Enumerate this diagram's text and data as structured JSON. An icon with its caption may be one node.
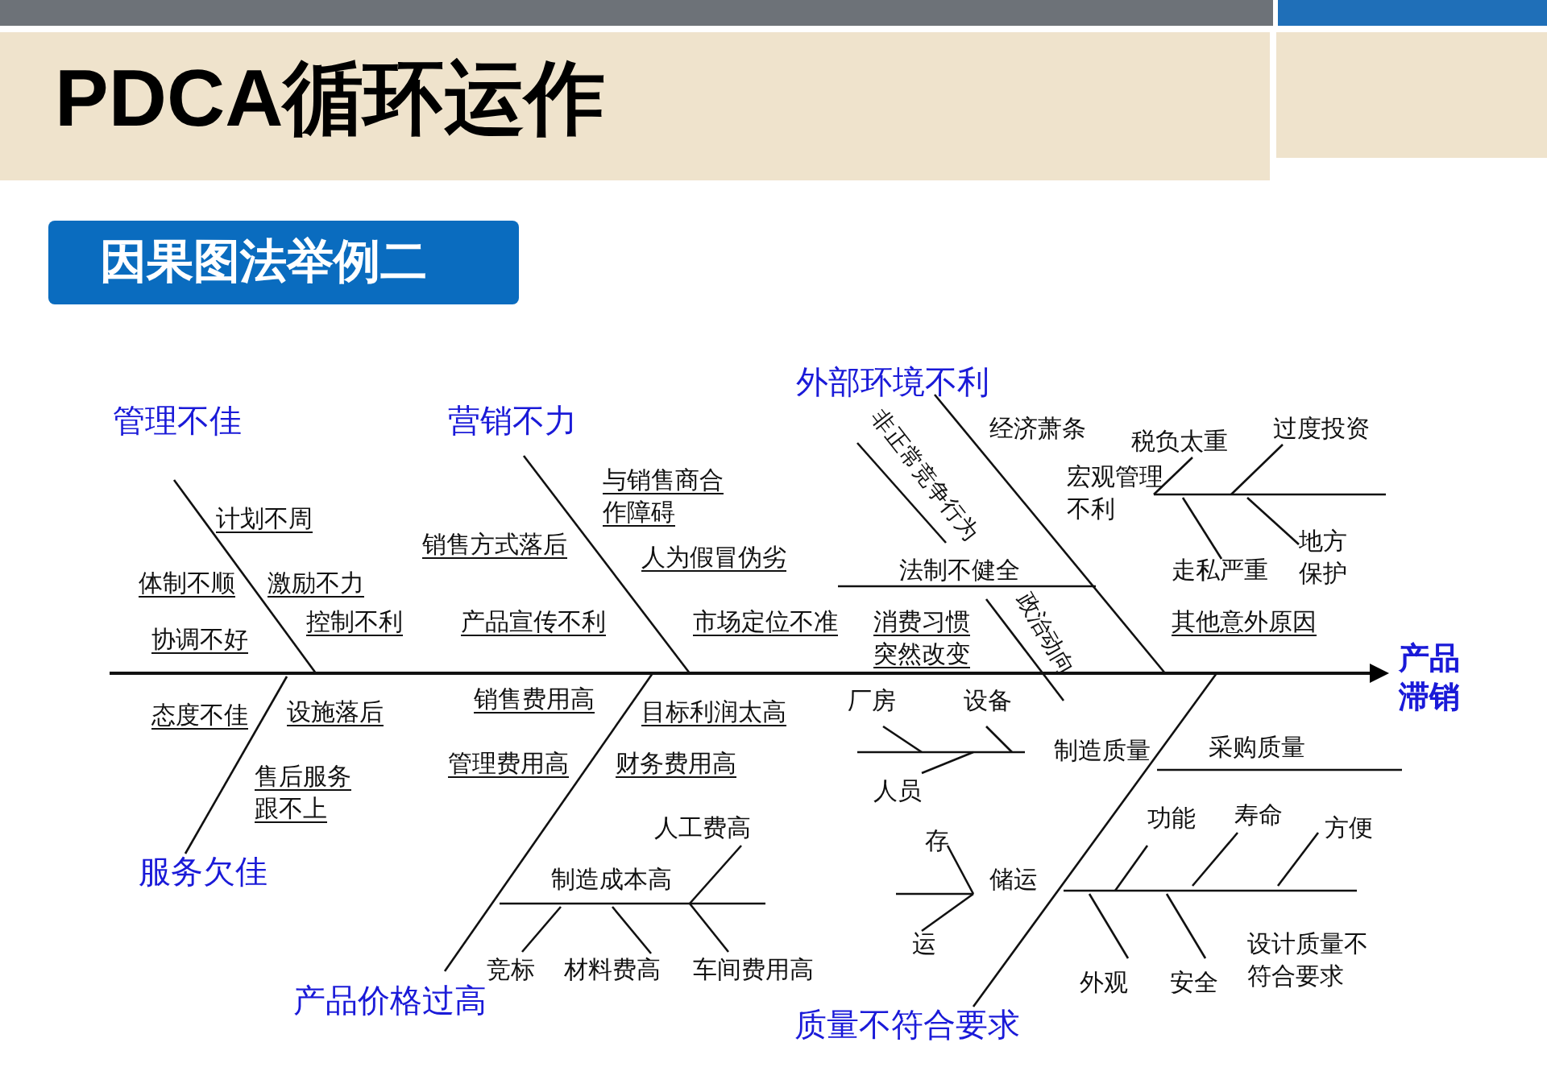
{
  "diagram": {
    "title": "PDCA循环运作",
    "nodes": [
      {
        "text": [
          "管理不佳"
        ]
      },
      {
        "text": [
          "营销不力"
        ]
      },
      {
        "text": [
          "外部环境不利"
        ]
      },
      {
        "text": [
          "服务欠佳"
        ]
      },
      {
        "text": [
          "产品价格过高"
        ]
      },
      {
        "text": [
          "质量不符合要求"
        ]
      },
      {
        "text": [
          "产品滞销"
        ]
      }
    ],
    "edges": [
      {
        "from": 0,
        "to": null,
        "arrow": "none"
      },
      {
        "from": 1,
        "to": null,
        "arrow": "none"
      },
      {
        "from": 2,
        "to": null,
        "arrow": "none"
      },
      {
        "from": 3,
        "to": null,
        "arrow": "none"
      },
      {
        "from": 4,
        "to": null,
        "arrow": "none"
      },
      {
        "from": 5,
        "to": null,
        "arrow": "none"
      },
      {
        "from": null,
        "to": 6,
        "arrow": "to"
      }
    ],
    "labels": [
      "因果图法举例二",
      "计划不周",
      "体制不顺",
      "激励不力",
      "协调不好",
      "控制不利",
      "与销售商合作障碍",
      "销售方式落后",
      "人为假冒伪劣",
      "产品宣传不利",
      "市场定位不准",
      "非正常竞争行为",
      "经济萧条",
      "宏观管理不利",
      "税负太重",
      "过度投资",
      "地方保护",
      "法制不健全",
      "走私严重",
      "政治动向",
      "消费习惯突然改变",
      "其他意外原因",
      "态度不佳",
      "设施落后",
      "售后服务跟不上",
      "销售费用高",
      "目标利润太高",
      "管理费用高",
      "财务费用高",
      "人工费高",
      "制造成本高",
      "竞标",
      "材料费高",
      "车间费用高",
      "厂房",
      "设备",
      "人员",
      "制造质量",
      "采购质量",
      "存",
      "储运",
      "运",
      "功能",
      "寿命",
      "方便",
      "外观",
      "安全",
      "设计质量不符合要求"
    ]
  }
}
